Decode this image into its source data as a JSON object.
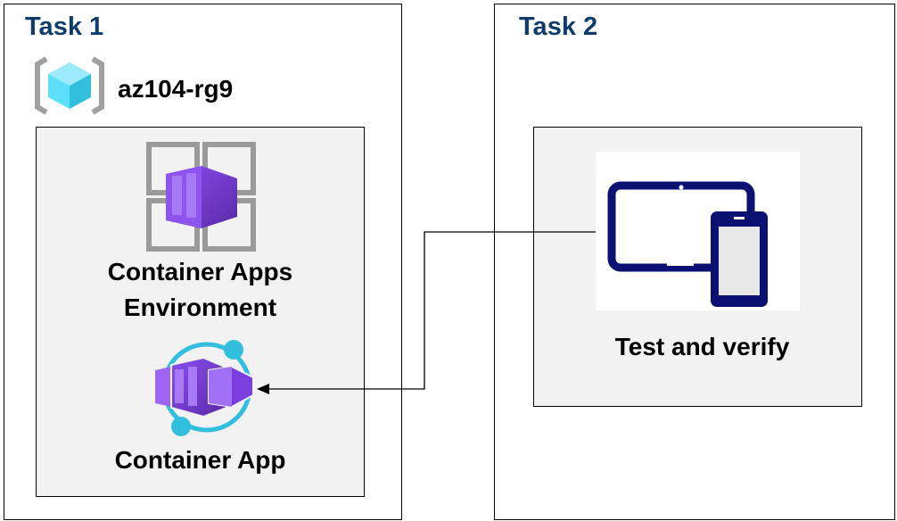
{
  "task1": {
    "title": "Task 1",
    "resource_group": "az104-rg9",
    "environment_label_line1": "Container Apps",
    "environment_label_line2": "Environment",
    "app_label": "Container App"
  },
  "task2": {
    "title": "Task 2",
    "test_label": "Test and verify"
  },
  "icons": [
    "resource-group-icon",
    "container-apps-environment-icon",
    "container-app-icon",
    "devices-icon"
  ],
  "colors": {
    "title": "#0f3c6b",
    "purple": "#7b3fe0",
    "cyan": "#32bedd",
    "navy": "#0a1172",
    "panel": "#f2f2f2"
  }
}
